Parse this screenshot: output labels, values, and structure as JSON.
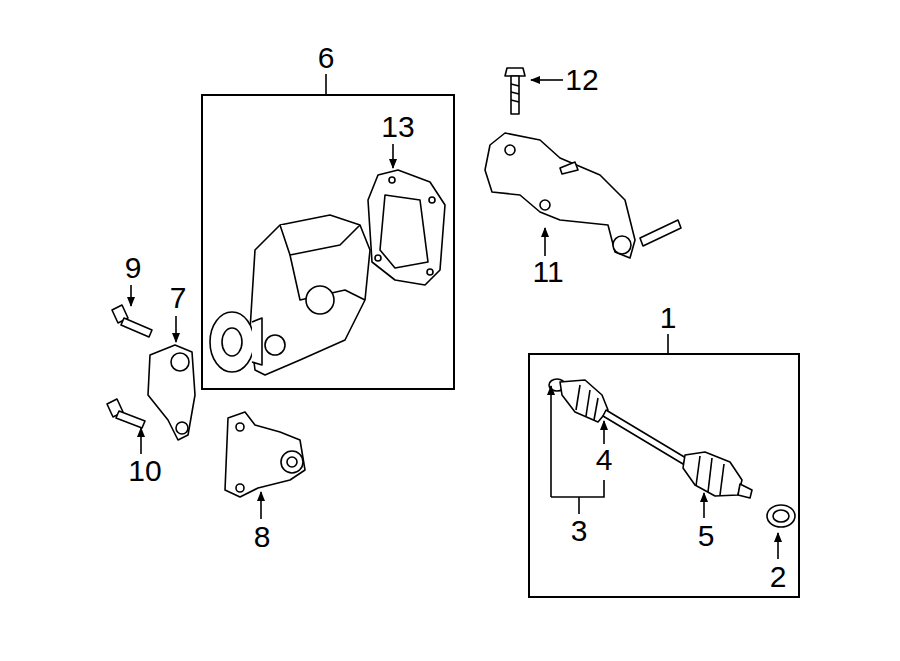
{
  "diagram": {
    "nodes": [
      {
        "text": [
          "6"
        ]
      },
      {
        "text": [
          "1"
        ]
      }
    ],
    "labels": [
      "12",
      "13",
      "11",
      "9",
      "7",
      "10",
      "8",
      "4",
      "3",
      "5",
      "2"
    ]
  }
}
